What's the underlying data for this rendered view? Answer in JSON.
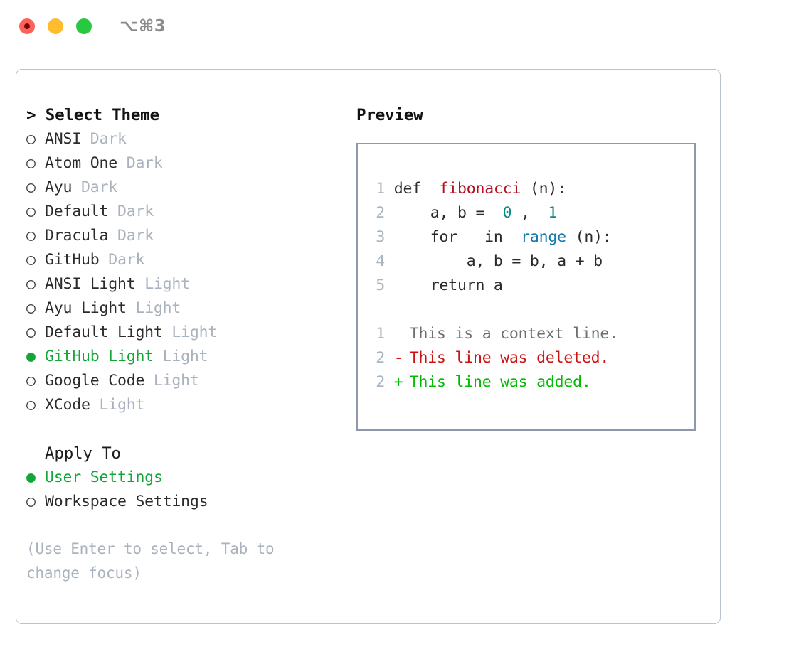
{
  "window": {
    "title": "⌥⌘3",
    "traffic_lights": [
      {
        "name": "close",
        "color": "#ff6159"
      },
      {
        "name": "minimize",
        "color": "#ffbd2e"
      },
      {
        "name": "maximize",
        "color": "#28c840"
      }
    ]
  },
  "colors": {
    "accent_green": "#13a538",
    "muted": "#a9b2bd",
    "panel_border": "#b9c2cd",
    "preview_border": "#8d98a8",
    "func": "#b01020",
    "number": "#0d8b85",
    "builtin": "#1279ac",
    "diff_add": "#00bb00",
    "diff_del": "#cc1111",
    "diff_ctx": "#6f6f6f"
  },
  "theme_section": {
    "prefix": ">",
    "heading": "Select Theme",
    "items": [
      {
        "bullet": "○",
        "name": "ANSI",
        "tag": "Dark",
        "selected": false
      },
      {
        "bullet": "○",
        "name": "Atom One",
        "tag": "Dark",
        "selected": false
      },
      {
        "bullet": "○",
        "name": "Ayu",
        "tag": "Dark",
        "selected": false
      },
      {
        "bullet": "○",
        "name": "Default",
        "tag": "Dark",
        "selected": false
      },
      {
        "bullet": "○",
        "name": "Dracula",
        "tag": "Dark",
        "selected": false
      },
      {
        "bullet": "○",
        "name": "GitHub",
        "tag": "Dark",
        "selected": false
      },
      {
        "bullet": "○",
        "name": "ANSI Light",
        "tag": "Light",
        "selected": false
      },
      {
        "bullet": "○",
        "name": "Ayu Light",
        "tag": "Light",
        "selected": false
      },
      {
        "bullet": "○",
        "name": "Default Light",
        "tag": "Light",
        "selected": false
      },
      {
        "bullet": "●",
        "name": "GitHub Light",
        "tag": "Light",
        "selected": true
      },
      {
        "bullet": "○",
        "name": "Google Code",
        "tag": "Light",
        "selected": false
      },
      {
        "bullet": "○",
        "name": "XCode",
        "tag": "Light",
        "selected": false
      }
    ]
  },
  "apply_section": {
    "heading": "Apply To",
    "items": [
      {
        "bullet": "●",
        "name": "User Settings",
        "tag": "",
        "selected": true
      },
      {
        "bullet": "○",
        "name": "Workspace Settings",
        "tag": "",
        "selected": false
      }
    ]
  },
  "hint": "(Use Enter to select, Tab to change focus)",
  "preview": {
    "title": "Preview",
    "code_lines": [
      {
        "no": "1",
        "tokens": [
          {
            "t": "def ",
            "k": "plain"
          },
          {
            "t": "fibonacci",
            "k": "func"
          },
          {
            "t": "(n):",
            "k": "plain"
          }
        ]
      },
      {
        "no": "2",
        "tokens": [
          {
            "t": "    a, b = ",
            "k": "plain"
          },
          {
            "t": "0",
            "k": "num"
          },
          {
            "t": ", ",
            "k": "plain"
          },
          {
            "t": "1",
            "k": "num"
          }
        ]
      },
      {
        "no": "3",
        "tokens": [
          {
            "t": "    for _ in ",
            "k": "plain"
          },
          {
            "t": "range",
            "k": "builtin"
          },
          {
            "t": "(n):",
            "k": "plain"
          }
        ]
      },
      {
        "no": "4",
        "tokens": [
          {
            "t": "        a, b = b, a + b",
            "k": "plain"
          }
        ]
      },
      {
        "no": "5",
        "tokens": [
          {
            "t": "    return a",
            "k": "plain"
          }
        ]
      }
    ],
    "diff_lines": [
      {
        "no": "1",
        "mark": " ",
        "text": " This is a context line.",
        "kind": "ctx"
      },
      {
        "no": "2",
        "mark": "-",
        "text": " This line was deleted.",
        "kind": "del"
      },
      {
        "no": "2",
        "mark": "+",
        "text": " This line was added.",
        "kind": "add"
      }
    ]
  }
}
